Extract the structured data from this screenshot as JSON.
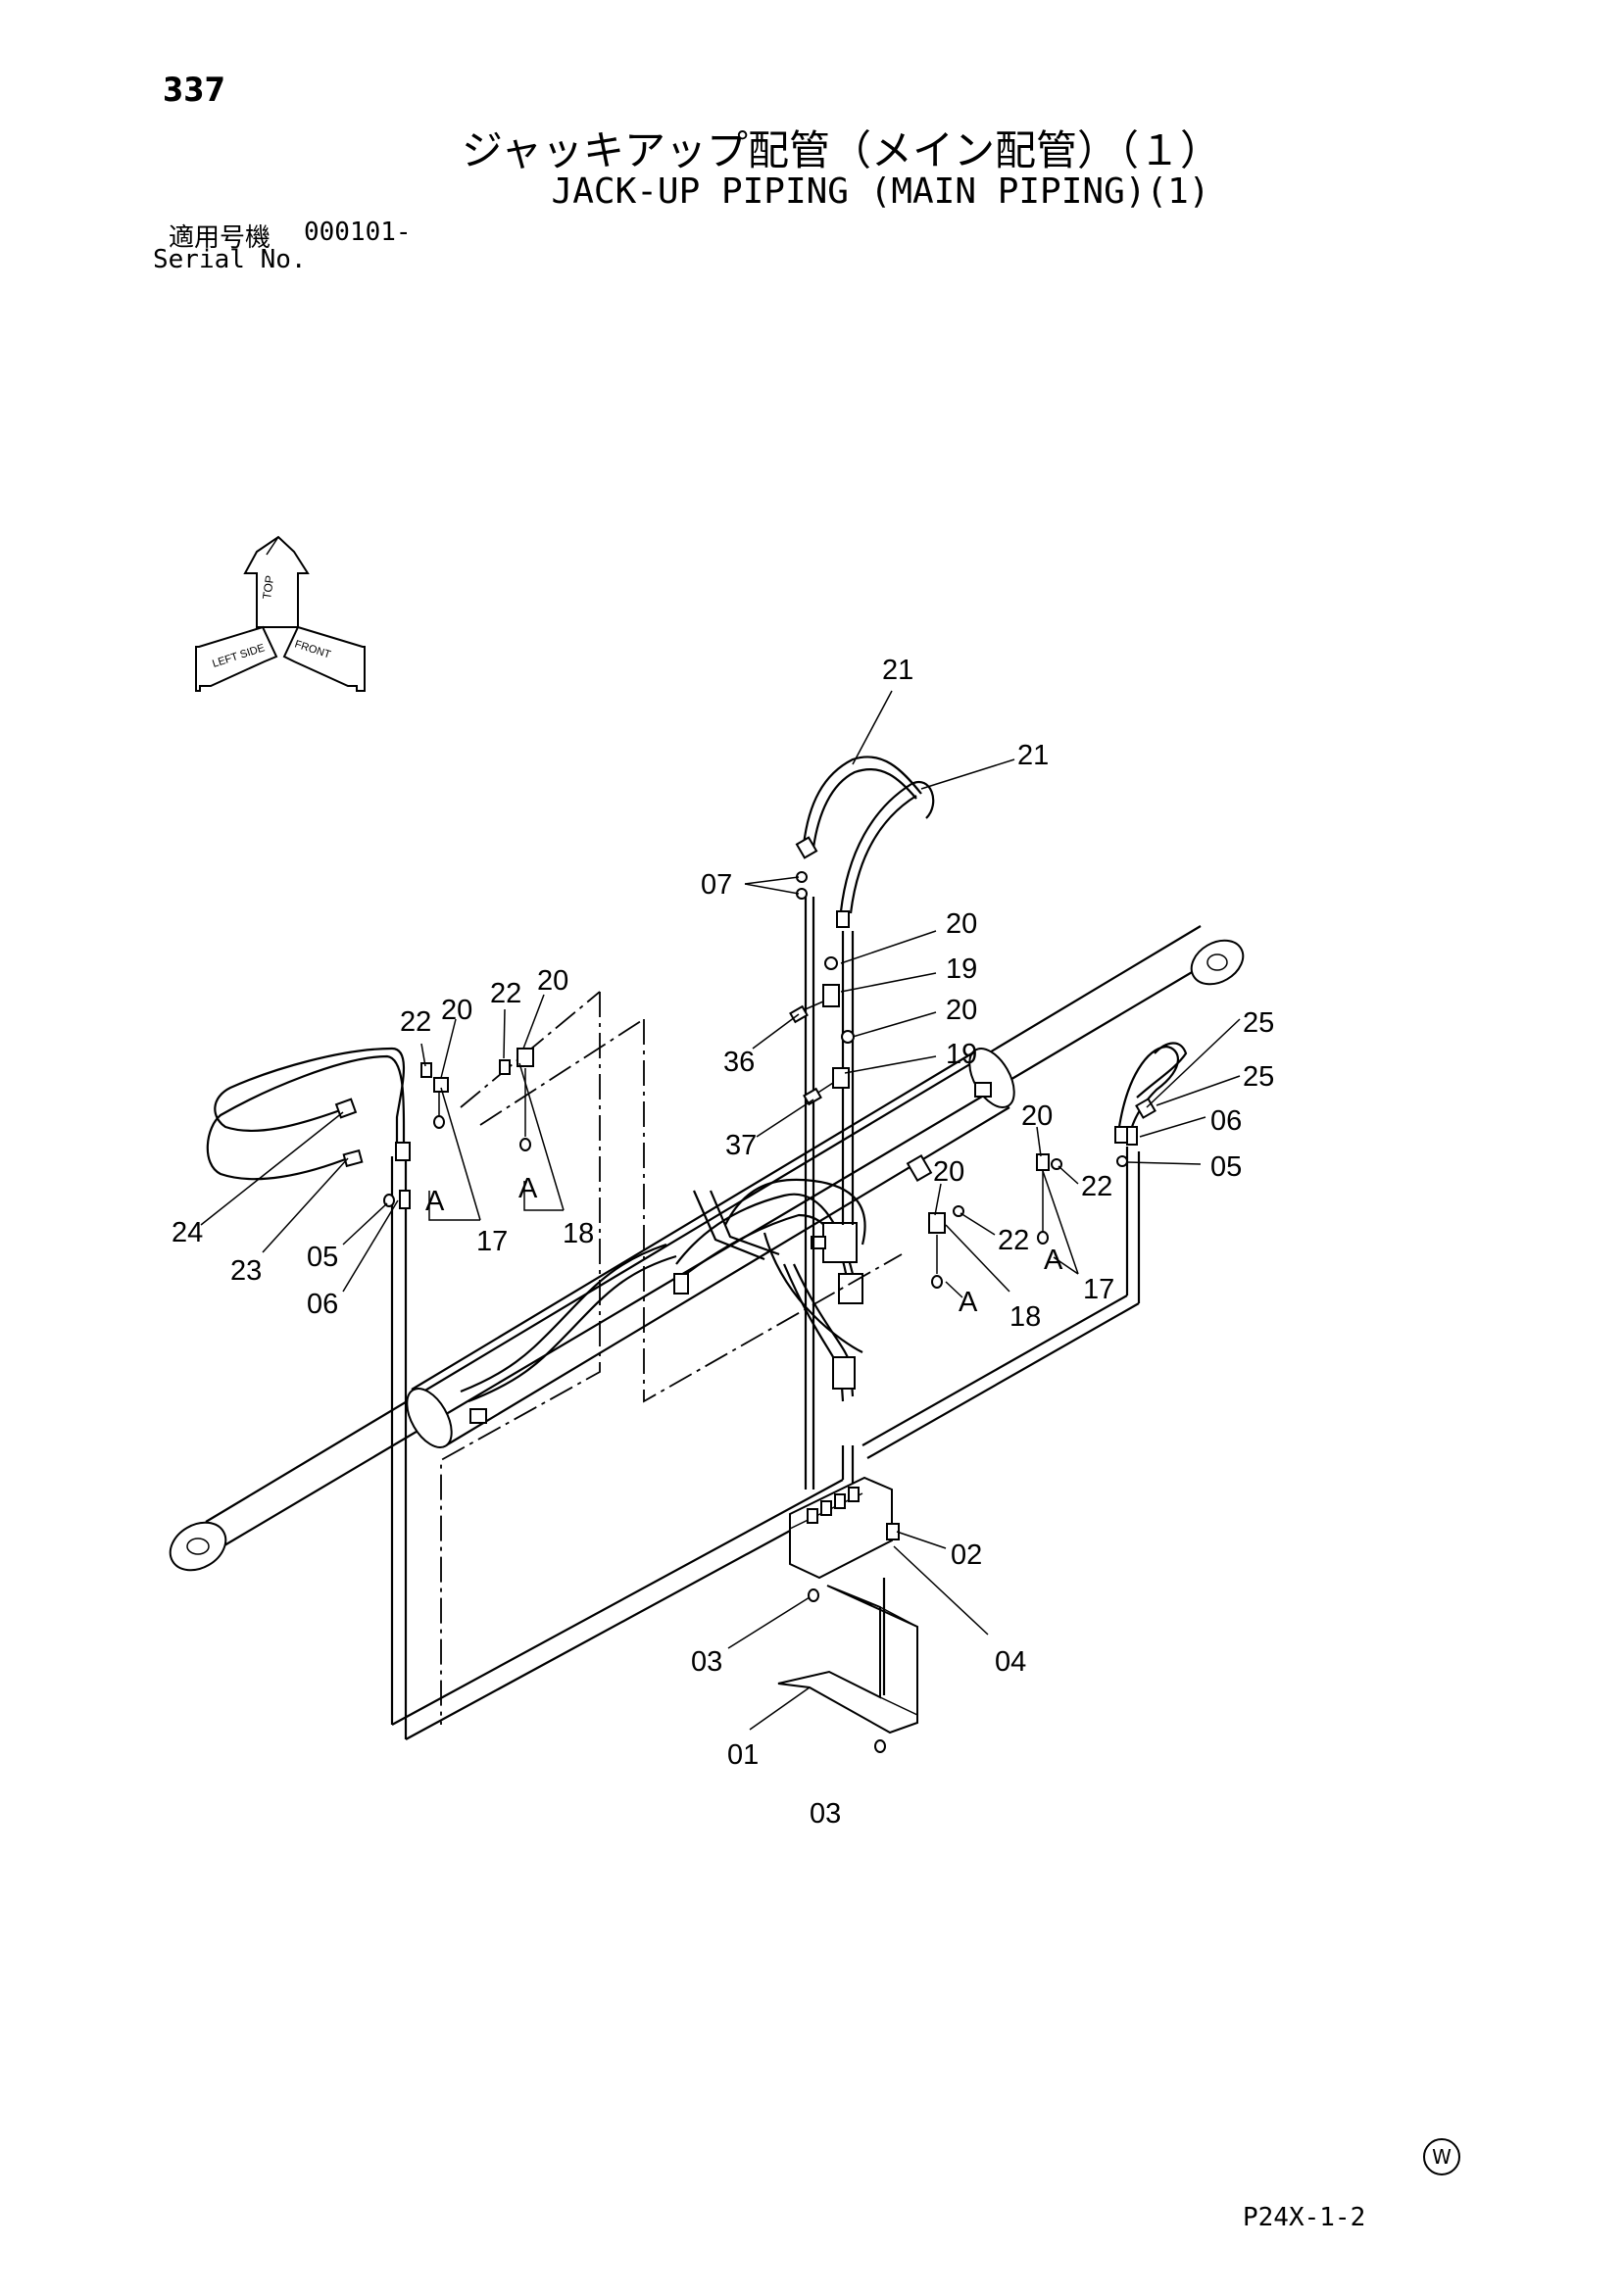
{
  "page": {
    "number": "337",
    "title_ja": "ジャッキアップ配管（メイン配管）（１）",
    "title_en": "JACK-UP PIPING (MAIN PIPING)(1)",
    "serial_label_ja": "適用号機",
    "serial_value": "000101-",
    "serial_label_en": "Serial No.",
    "watermark": "W",
    "drawing_code": "P24X-1-2"
  },
  "orientation_icon": {
    "top": "TOP",
    "left": "LEFT SIDE",
    "front": "FRONT"
  },
  "callouts": {
    "p21a": "21",
    "p21b": "21",
    "p07": "07",
    "p20a": "20",
    "p19a": "19",
    "p36": "36",
    "p20b": "20",
    "p19b": "19",
    "p37": "37",
    "p22a": "22",
    "p20c": "20",
    "p22b": "22",
    "p20d": "20",
    "p24": "24",
    "p23": "23",
    "p05a": "05",
    "p06a": "06",
    "p17a": "17",
    "p18a": "18",
    "pAa": "A",
    "pAb": "A",
    "p25a": "25",
    "p25b": "25",
    "p06b": "06",
    "p05b": "05",
    "p20e": "20",
    "p20f": "20",
    "p22c": "22",
    "p22d": "22",
    "pAc": "A",
    "pAd": "A",
    "p17b": "17",
    "p18b": "18",
    "p02": "02",
    "p04": "04",
    "p03a": "03",
    "p01": "01",
    "p03b": "03"
  }
}
